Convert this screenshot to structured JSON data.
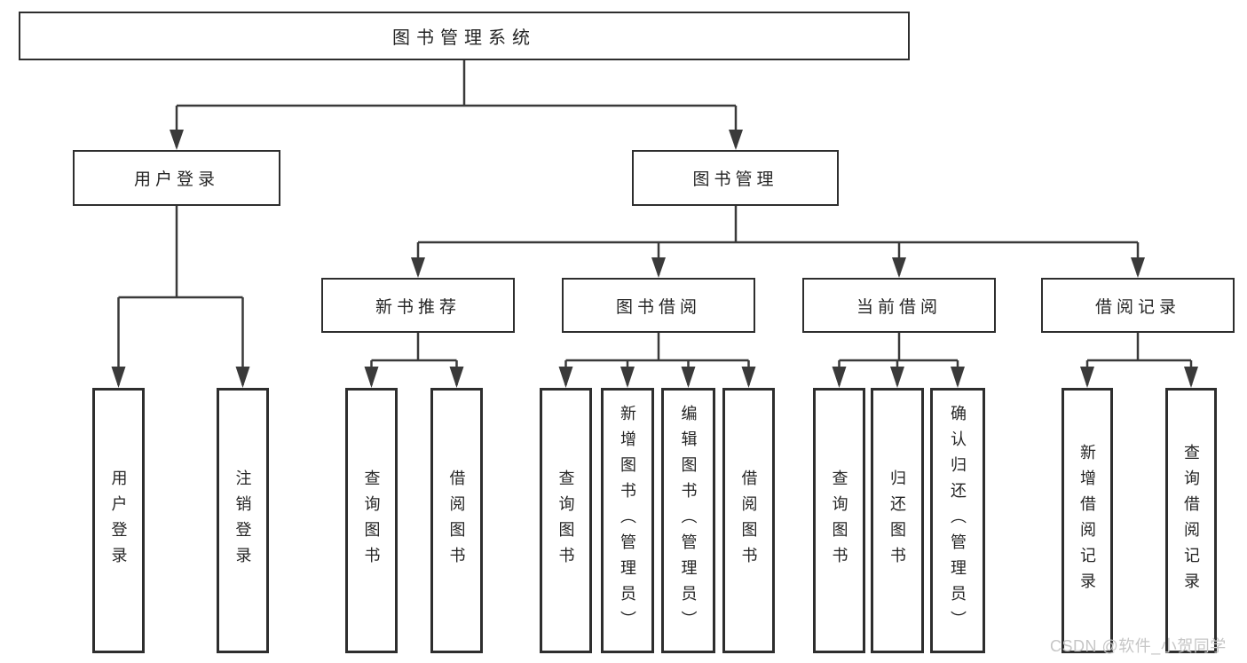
{
  "colors": {
    "line": "#3a3a3a",
    "box_border": "#2e2e2e",
    "box_fill": "#ffffff",
    "text": "#252525",
    "watermark": "#c6c6c6"
  },
  "watermark": {
    "text": "CSDN @软件_小贺同学"
  },
  "diagram": {
    "type": "tree",
    "root": {
      "label": "图书管理系统"
    },
    "level2": [
      {
        "id": "user-login",
        "label": "用户登录",
        "parent": "root"
      },
      {
        "id": "book-management",
        "label": "图书管理",
        "parent": "root"
      }
    ],
    "level3": [
      {
        "id": "new-book-recommend",
        "label": "新书推荐",
        "parent": "book-management"
      },
      {
        "id": "book-borrow",
        "label": "图书借阅",
        "parent": "book-management"
      },
      {
        "id": "current-borrow",
        "label": "当前借阅",
        "parent": "book-management"
      },
      {
        "id": "borrow-records",
        "label": "借阅记录",
        "parent": "book-management"
      }
    ],
    "leaves": [
      {
        "id": "leaf-user-login",
        "label": "用户登录",
        "parent": "user-login"
      },
      {
        "id": "leaf-logout",
        "label": "注销登录",
        "parent": "user-login"
      },
      {
        "id": "leaf-query-books-recommend",
        "label": "查询图书",
        "parent": "new-book-recommend"
      },
      {
        "id": "leaf-borrow-books-recommend",
        "label": "借阅图书",
        "parent": "new-book-recommend"
      },
      {
        "id": "leaf-query-books-borrow",
        "label": "查询图书",
        "parent": "book-borrow"
      },
      {
        "id": "leaf-add-books-admin",
        "label": "新增图书（管理员）",
        "parent": "book-borrow"
      },
      {
        "id": "leaf-edit-books-admin",
        "label": "编辑图书（管理员）",
        "parent": "book-borrow"
      },
      {
        "id": "leaf-borrow-books",
        "label": "借阅图书",
        "parent": "book-borrow"
      },
      {
        "id": "leaf-query-books-current",
        "label": "查询图书",
        "parent": "current-borrow"
      },
      {
        "id": "leaf-return-books",
        "label": "归还图书",
        "parent": "current-borrow"
      },
      {
        "id": "leaf-confirm-return-admin",
        "label": "确认归还（管理员）",
        "parent": "current-borrow"
      },
      {
        "id": "leaf-add-borrow-record",
        "label": "新增借阅记录",
        "parent": "borrow-records"
      },
      {
        "id": "leaf-query-borrow-record",
        "label": "查询借阅记录",
        "parent": "borrow-records"
      }
    ]
  }
}
